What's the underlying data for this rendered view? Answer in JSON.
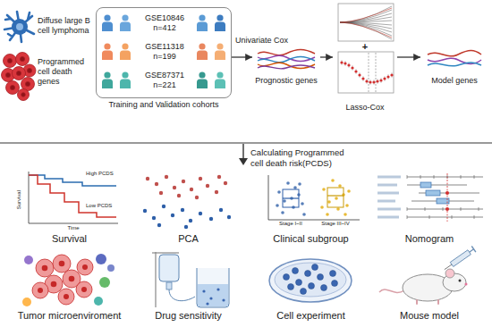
{
  "diagram": {
    "nodes": [
      {
        "text": [
          "Diffuse large B cell lymphoma",
          "Programmed cell death genes"
        ]
      },
      {
        "text": [
          "GSE10846 n=412",
          "GSE11318 n=199",
          "GSE87371 n=221",
          "Training and Validation cohorts"
        ]
      },
      {
        "text": [
          "Prognostic genes"
        ]
      },
      {
        "text": [
          "Lasso-Cox"
        ]
      },
      {
        "text": [
          "Model genes"
        ]
      },
      {
        "text": [
          "Survival"
        ]
      },
      {
        "text": [
          "PCA"
        ]
      },
      {
        "text": [
          "Clinical subgroup"
        ]
      },
      {
        "text": [
          "Nomogram"
        ]
      },
      {
        "text": [
          "Tumor microenviroment"
        ]
      },
      {
        "text": [
          "Drug sensitivity"
        ]
      },
      {
        "text": [
          "Cell experiment"
        ]
      },
      {
        "text": [
          "Mouse model"
        ]
      }
    ],
    "edges": [
      {
        "from": 1,
        "to": 2,
        "label": "Univariate Cox",
        "arrow": "to"
      },
      {
        "from": 2,
        "to": 3,
        "arrow": "to"
      },
      {
        "from": 3,
        "to": 4,
        "arrow": "to"
      }
    ],
    "labels": [
      "+",
      "Calculating Programmed cell death risk(PCDS)",
      "Survival",
      "Time",
      "High PCDS",
      "Low PCDS",
      "Stage I~II",
      "Stage III~IV"
    ]
  }
}
